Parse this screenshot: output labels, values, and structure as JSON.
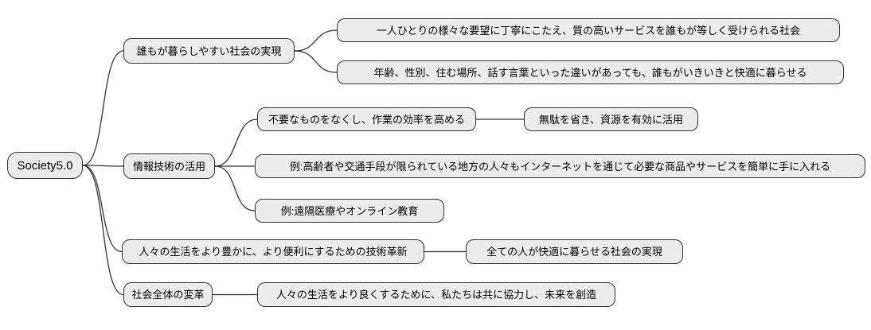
{
  "diagram": {
    "type": "mindmap",
    "topic": "Society5.0",
    "colors": {
      "node_fill": "#ececec",
      "node_border": "#333333",
      "edge": "#333333",
      "text": "#000000",
      "background": "#ffffff"
    },
    "nodes": [
      {
        "id": "root",
        "parent": null,
        "label": "Society5.0"
      },
      {
        "id": "b1",
        "parent": "root",
        "label": "誰もが暮らしやすい社会の実現"
      },
      {
        "id": "b1c1",
        "parent": "b1",
        "label": "一人ひとりの様々な要望に丁寧にこたえ、質の高いサービスを誰もが等しく受けられる社会"
      },
      {
        "id": "b1c2",
        "parent": "b1",
        "label": "年齢、性別、住む場所、話す言葉といった違いがあっても、誰もがいきいきと快適に暮らせる"
      },
      {
        "id": "b2",
        "parent": "root",
        "label": "情報技術の活用"
      },
      {
        "id": "b2c1",
        "parent": "b2",
        "label": "不要なものをなくし、作業の効率を高める"
      },
      {
        "id": "b2c1c1",
        "parent": "b2c1",
        "label": "無駄を省き、資源を有効に活用"
      },
      {
        "id": "b2c2",
        "parent": "b2",
        "label": "例:高齢者や交通手段が限られている地方の人々もインターネットを通じて必要な商品やサービスを簡単に手に入れる"
      },
      {
        "id": "b2c3",
        "parent": "b2",
        "label": "例:遠隔医療やオンライン教育"
      },
      {
        "id": "b3",
        "parent": "root",
        "label": "人々の生活をより豊かに、より便利にするための技術革新"
      },
      {
        "id": "b3c1",
        "parent": "b3",
        "label": "全ての人が快適に暮らせる社会の実現"
      },
      {
        "id": "b4",
        "parent": "root",
        "label": "社会全体の変革"
      },
      {
        "id": "b4c1",
        "parent": "b4",
        "label": "人々の生活をより良くするために、私たちは共に協力し、未来を創造"
      }
    ]
  }
}
